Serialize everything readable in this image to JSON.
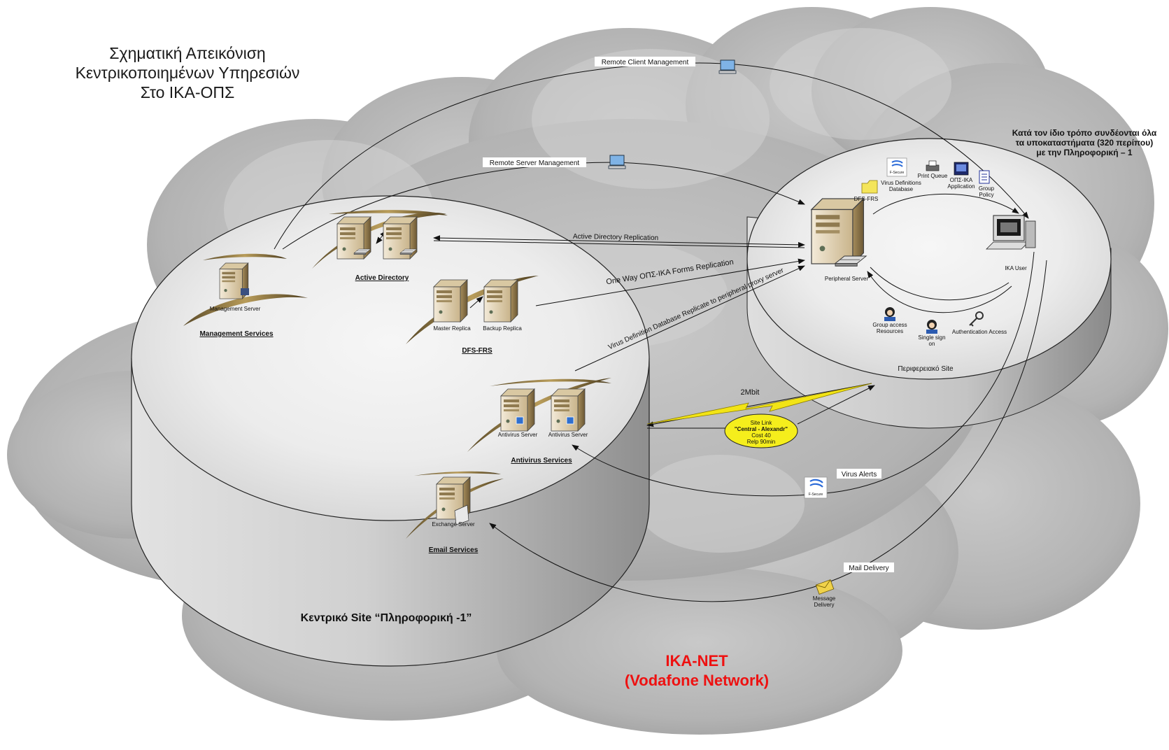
{
  "title": {
    "line1": "Σχηματική Απεικόνιση",
    "line2": "Κεντρικοποιημένων Υπηρεσιών",
    "line3": "Στο ΙΚΑ-ΟΠΣ"
  },
  "note": {
    "line1": "Κατά τον ίδιο τρόπο συνδέονται όλα",
    "line2": "τα υποκαταστήματα (320 περίπου)",
    "line3": "με την Πληροφορική – 1"
  },
  "network": {
    "line1": "IKA-NET",
    "line2": "(Vodafone Network)",
    "color": "#ee1111"
  },
  "central_site": {
    "label": "Κεντρικό Site “Πληροφορική -1”",
    "groups": {
      "management": {
        "label": "Management Services",
        "server": "Management Server"
      },
      "active_directory": {
        "label": "Active Directory"
      },
      "dfs": {
        "label": "DFS-FRS",
        "master": "Master Replica",
        "backup": "Backup Replica"
      },
      "antivirus": {
        "label": "Antivirus Services",
        "server1": "Antivirus Server",
        "server2": "Antivirus Server"
      },
      "email": {
        "label": "Email Services",
        "server": "Exchange Server"
      }
    }
  },
  "peripheral_site": {
    "label": "Περιφερειακό Site",
    "server": "Peripheral Server",
    "user": "IKA User",
    "dfs": "DFS-FRS",
    "fsecure_top": "F-Secure",
    "virus_db_1": "Virus Definitions",
    "virus_db_2": "Database",
    "print_queue": "Print Queue",
    "app_1": "ΟΠΣ-ΙΚΑ",
    "app_2": "Application",
    "policy_1": "Group",
    "policy_2": "Policy",
    "group_access_1": "Group access",
    "group_access_2": "Resources",
    "sso_1": "Single sign",
    "sso_2": "on",
    "auth": "Authentication Access"
  },
  "links": {
    "remote_client": "Remote Client Management",
    "remote_server": "Remote Server Management",
    "ad_replication": "Active Directory Replication",
    "forms_replication": "One Way ΟΠΣ-ΙΚΑ Forms Replication",
    "virus_db_replication": "Virus Definition Database Replicate to peripheral proxy server",
    "bandwidth": "2Mbit",
    "virus_alerts": "Virus Alerts",
    "fsecure_bottom": "F-Secure",
    "mail_delivery": "Mail Delivery",
    "message_1": "Message",
    "message_2": "Delivery"
  },
  "site_link": {
    "line1": "Site Link",
    "line2": "\"Central - Alexandr\"",
    "line3": "Cost 40",
    "line4": "Relp 90min"
  }
}
